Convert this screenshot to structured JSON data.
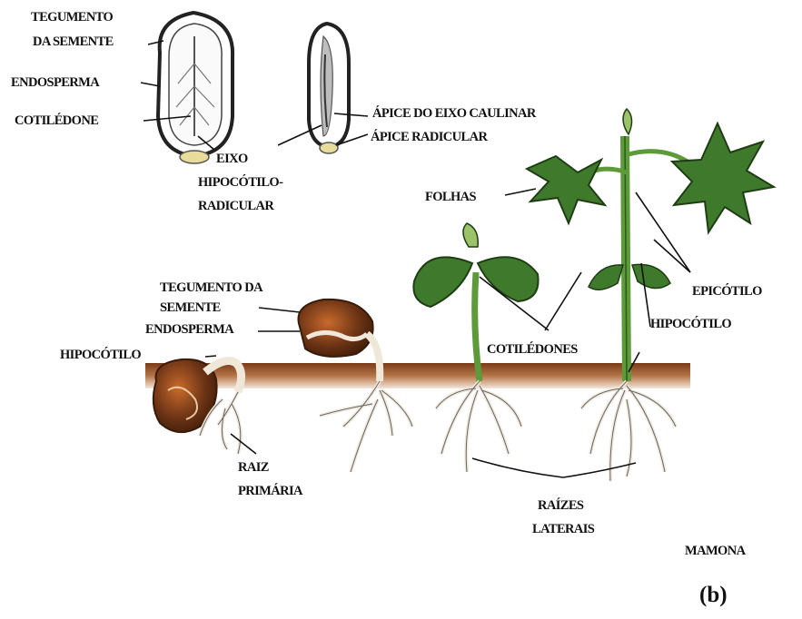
{
  "labels": {
    "tegumento_top_1": "TEGUMENTO",
    "tegumento_top_2": "DA SEMENTE",
    "endosperma_top": "ENDOSPERMA",
    "cotiledone": "COTILÉDONE",
    "eixo_1": "EIXO",
    "eixo_2": "HIPOCÓTILO-",
    "eixo_3": "RADICULAR",
    "apice_caulinar": "ÁPICE DO EIXO CAULINAR",
    "apice_radicular": "ÁPICE RADICULAR",
    "folhas": "FOLHAS",
    "epicotilo": "EPICÓTILO",
    "hipocotilo_right": "HIPOCÓTILO",
    "tegumento_mid_1": "TEGUMENTO DA",
    "tegumento_mid_2": "SEMENTE",
    "endosperma_mid": "ENDOSPERMA",
    "hipocotilo_left": "HIPOCÓTILO",
    "cotiledones": "COTILÉDONES",
    "raiz_1": "RAIZ",
    "raiz_2": "PRIMÁRIA",
    "raizes_1": "RAÍZES",
    "raizes_2": "LATERAIS",
    "species": "MAMONA",
    "panel_label": "(b)"
  },
  "colors": {
    "soil": "#8a4a22",
    "leaf": "#3f7a2c",
    "leaf_light": "#9cc26a",
    "seed": "#6b3315",
    "stem": "#5c9a3a"
  }
}
